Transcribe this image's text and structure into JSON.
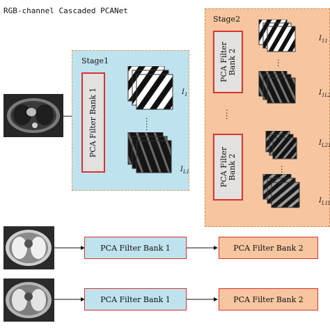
{
  "title": "RGB-channel Cascaded PCANet",
  "stage1": {
    "label": "Stage1",
    "filter_bank": "PCA Filter Bank 1",
    "out_top": "I",
    "out_top_sub": "1",
    "out_bottom": "I",
    "out_bottom_sub": "L1"
  },
  "stage2": {
    "label": "Stage2",
    "filter_bank_a": "PCA Filter\nBank 2",
    "filter_bank_b": "PCA Filter\nBank 2",
    "out1": "I",
    "out1_sub": "11",
    "out2": "I",
    "out2_sub": "1L2",
    "out3": "I",
    "out3_sub": "L21",
    "out4": "I",
    "out4_sub": "L1L2"
  },
  "row2": {
    "fb1": "PCA Filter Bank 1",
    "fb2": "PCA Filter Bank 2"
  },
  "row3": {
    "fb1": "PCA Filter Bank 1",
    "fb2": "PCA Filter Bank 2"
  },
  "colors": {
    "stage1_fill": "#bfe3ee",
    "stage2_fill": "#f7c6a0",
    "filter_border": "#d9322e",
    "dash_border": "#e39a5a"
  }
}
